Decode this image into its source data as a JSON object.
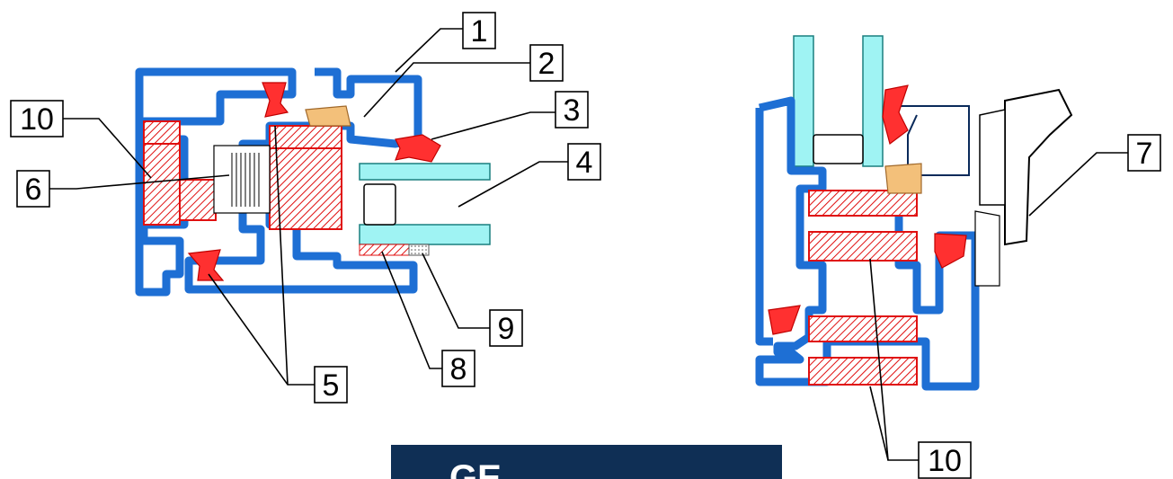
{
  "left_section": {
    "callouts": [
      {
        "id": "c1",
        "label": "1"
      },
      {
        "id": "c2",
        "label": "2"
      },
      {
        "id": "c3",
        "label": "3"
      },
      {
        "id": "c4",
        "label": "4"
      },
      {
        "id": "c5",
        "label": "5"
      },
      {
        "id": "c6",
        "label": "6"
      },
      {
        "id": "c8",
        "label": "8"
      },
      {
        "id": "c9",
        "label": "9"
      },
      {
        "id": "c10",
        "label": "10"
      }
    ]
  },
  "right_section": {
    "callouts": [
      {
        "id": "c7",
        "label": "7"
      },
      {
        "id": "c10b",
        "label": "10"
      }
    ]
  },
  "bottom_panel": {
    "text": "GE"
  },
  "colors": {
    "frame": "#1e6fd4",
    "thermal_break": "#e01010",
    "glass": "#9ff3f3",
    "panel": "#0f2f55"
  }
}
